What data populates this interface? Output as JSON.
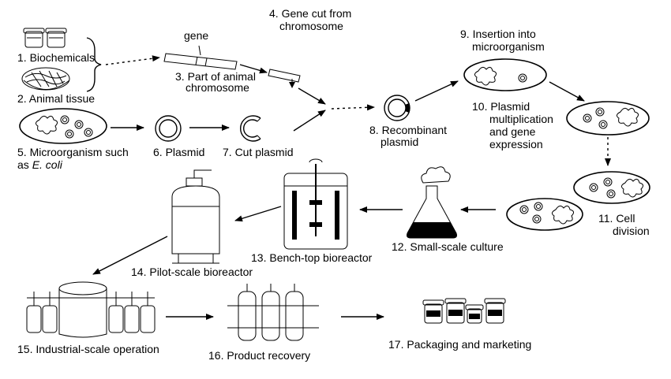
{
  "labels": {
    "s1": "1. Biochemicals",
    "s2": "2. Animal tissue",
    "gene": "gene",
    "s3a": "3. Part of animal",
    "s3b": "chromosome",
    "s4a": "4. Gene cut from",
    "s4b": "chromosome",
    "s5a": "5. Microorganism such",
    "s5b_prefix": "as ",
    "s5b_italic": "E. coli",
    "s6": "6. Plasmid",
    "s7": "7. Cut plasmid",
    "s8a": "8. Recombinant",
    "s8b": "plasmid",
    "s9a": "9. Insertion into",
    "s9b": "microorganism",
    "s10a": "10. Plasmid",
    "s10b": "multiplication",
    "s10c": "and gene",
    "s10d": "expression",
    "s11a": "11. Cell",
    "s11b": "division",
    "s12": "12. Small-scale culture",
    "s13": "13. Bench-top bioreactor",
    "s14": "14. Pilot-scale bioreactor",
    "s15": "15. Industrial-scale operation",
    "s16": "16. Product recovery",
    "s17": "17. Packaging and marketing"
  }
}
